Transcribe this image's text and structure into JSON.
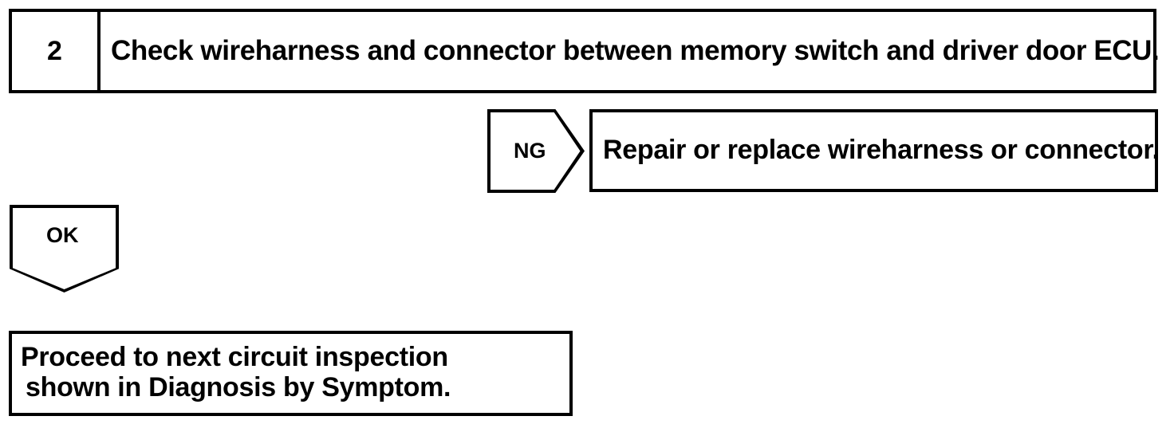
{
  "flowchart": {
    "step": {
      "number": "2",
      "instruction": "Check wireharness and connector between memory switch and driver door ECU."
    },
    "branches": {
      "ng": {
        "label": "NG",
        "result": "Repair or replace wireharness or connector."
      },
      "ok": {
        "label": "OK",
        "result_line1": "Proceed to next circuit inspection",
        "result_line2": "shown in Diagnosis by Symptom."
      }
    },
    "colors": {
      "ink": "#000000",
      "paper": "#ffffff"
    }
  }
}
